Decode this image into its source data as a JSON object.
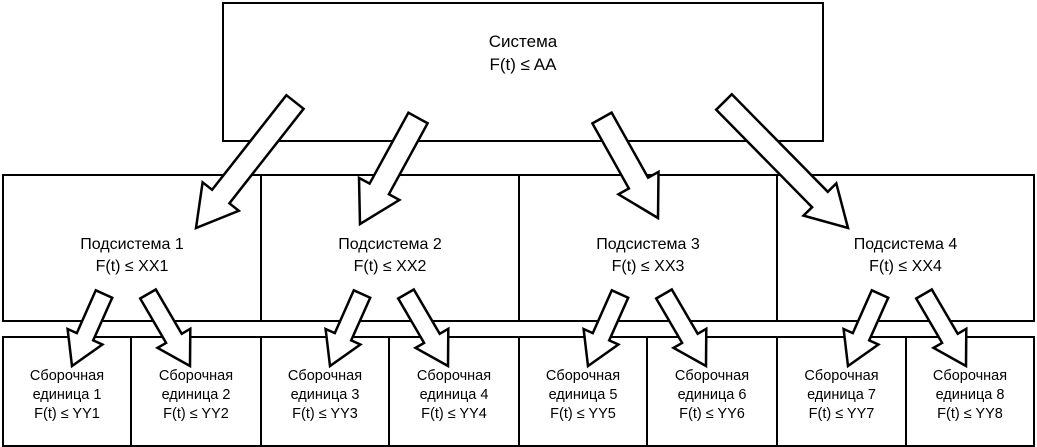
{
  "system": {
    "title": "Система",
    "formula": "F(t) ≤ AA"
  },
  "subsystems": [
    {
      "title": "Подсистема 1",
      "formula": "F(t) ≤ XX1"
    },
    {
      "title": "Подсистема 2",
      "formula": "F(t) ≤ XX2"
    },
    {
      "title": "Подсистема 3",
      "formula": "F(t) ≤ XX3"
    },
    {
      "title": "Подсистема 4",
      "formula": "F(t) ≤ XX4"
    }
  ],
  "units": [
    {
      "line1": "Сборочная",
      "line2": "единица 1",
      "formula": "F(t) ≤ YY1"
    },
    {
      "line1": "Сборочная",
      "line2": "единица 2",
      "formula": "F(t) ≤ YY2"
    },
    {
      "line1": "Сборочная",
      "line2": "единица 3",
      "formula": "F(t) ≤ YY3"
    },
    {
      "line1": "Сборочная",
      "line2": "единица 4",
      "formula": "F(t) ≤ YY4"
    },
    {
      "line1": "Сборочная",
      "line2": "единица 5",
      "formula": "F(t) ≤ YY5"
    },
    {
      "line1": "Сборочная",
      "line2": "единица 6",
      "formula": "F(t) ≤ YY6"
    },
    {
      "line1": "Сборочная",
      "line2": "единица 7",
      "formula": "F(t) ≤ YY7"
    },
    {
      "line1": "Сборочная",
      "line2": "единица 8",
      "formula": "F(t) ≤ YY8"
    }
  ]
}
